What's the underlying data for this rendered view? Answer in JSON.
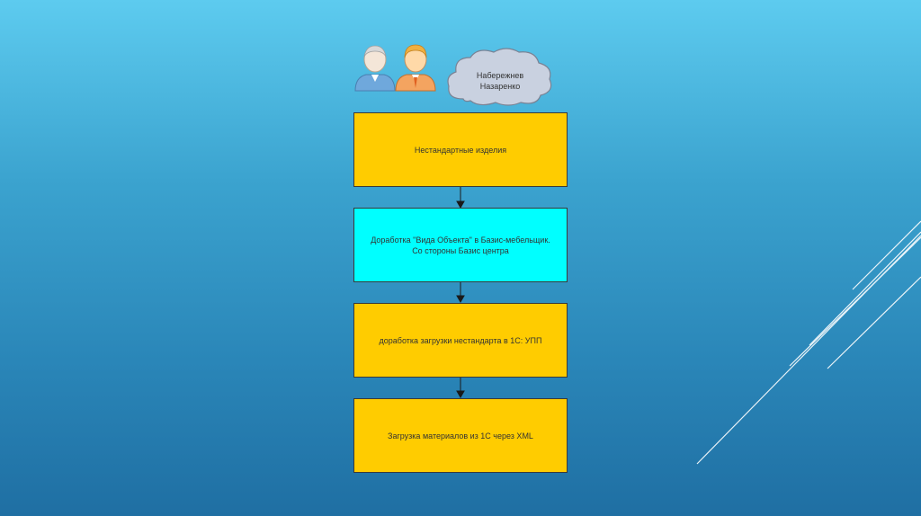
{
  "cloud": {
    "lines": "Набережнев\nНазаренко"
  },
  "steps": [
    {
      "text": "Нестандартные изделия",
      "color": "#ffcc00"
    },
    {
      "text": "Доработка \"Вида Объекта\" в Базис-мебельщик.\nСо стороны Базис центра",
      "color": "#00ffff"
    },
    {
      "text": "доработка загрузки нестандарта в 1С: УПП",
      "color": "#ffcc00"
    },
    {
      "text": "Загрузка материалов из 1С через XML",
      "color": "#ffcc00"
    }
  ],
  "icons": [
    "user-icon",
    "user-icon"
  ]
}
